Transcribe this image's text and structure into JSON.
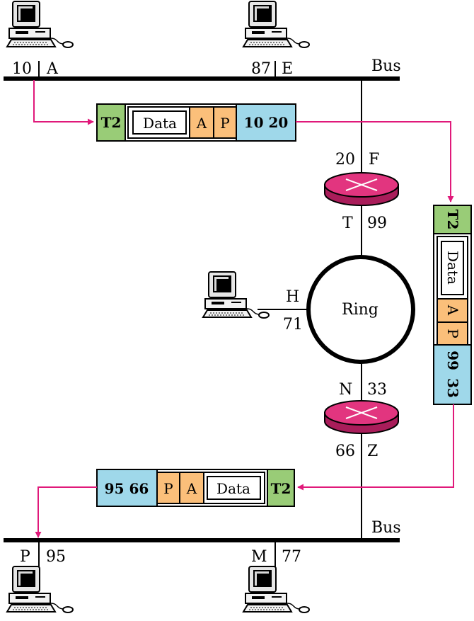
{
  "top_bus": {
    "label": "Bus"
  },
  "bottom_bus": {
    "label": "Bus"
  },
  "ring": {
    "label": "Ring"
  },
  "stations": {
    "top_left": {
      "address": "10",
      "name": "A"
    },
    "top_right": {
      "address": "87",
      "name": "E"
    },
    "ring_station": {
      "name": "H",
      "address": "71"
    },
    "bottom_left": {
      "name": "P",
      "address": "95"
    },
    "bottom_right": {
      "name": "M",
      "address": "77"
    }
  },
  "routers": {
    "top": {
      "in_address": "20",
      "in_name": "F",
      "out_name": "T",
      "out_address": "99"
    },
    "bottom": {
      "in_name": "N",
      "in_address": "33",
      "out_address": "66",
      "out_name": "Z"
    }
  },
  "frames": {
    "frame1": {
      "trailer": "T2",
      "data": "Data",
      "a": "A",
      "p": "P",
      "addresses": "10 20"
    },
    "frame2": {
      "trailer": "T2",
      "data": "Data",
      "a": "A",
      "p": "P",
      "addr1": "99",
      "addr2": "33"
    },
    "frame3": {
      "addresses": "95 66",
      "p": "P",
      "a": "A",
      "data": "Data",
      "trailer": "T2"
    }
  },
  "colors": {
    "trailer_green": "#99cc77",
    "orange": "#fbbf7a",
    "blue": "#9fd8ea",
    "arrow_magenta": "#e0197a",
    "router_pink": "#e2357f"
  },
  "icons": {
    "computer": "desktop-computer-icon",
    "router": "router-icon"
  }
}
